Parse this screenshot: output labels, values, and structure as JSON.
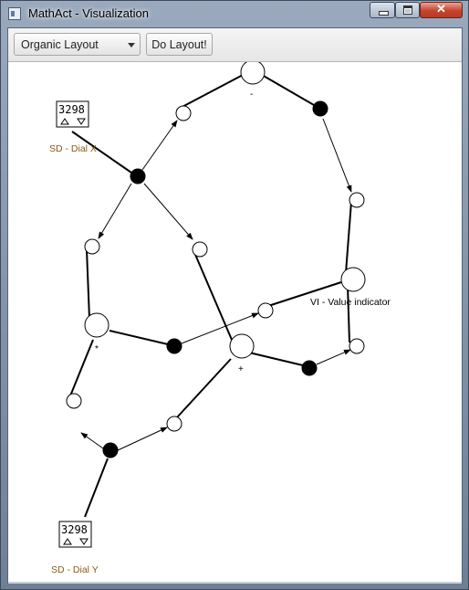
{
  "window": {
    "title": "MathAct - Visualization",
    "close_glyph": "✕"
  },
  "toolbar": {
    "layout_select_value": "Organic Layout",
    "do_layout_label": "Do Layout!"
  },
  "graph": {
    "dial_x": {
      "label": "SD - Dial X",
      "value": "3298"
    },
    "dial_y": {
      "label": "SD - Dial Y",
      "value": "3298"
    },
    "value_indicator_label": "VI - Value indicator",
    "op_minus": "-",
    "op_multiply": "*",
    "op_plus": "+"
  },
  "colors": {
    "dial_label": "#8a5a12",
    "close_button": "#c4432e"
  }
}
